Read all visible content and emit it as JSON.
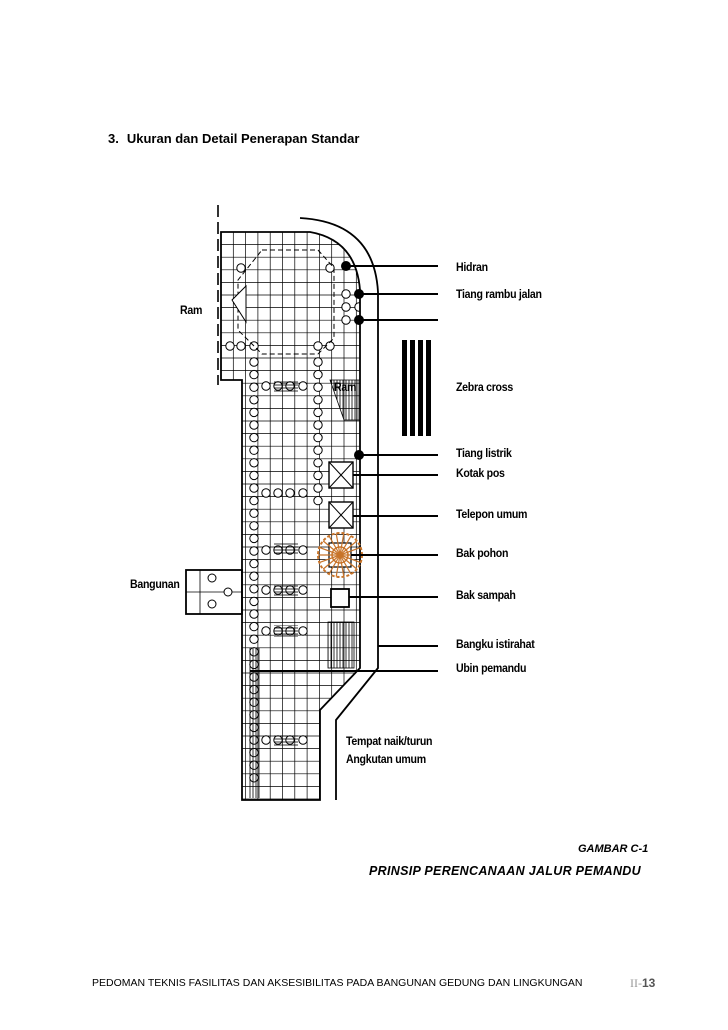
{
  "section": {
    "number": "3.",
    "title": "Ukuran dan Detail Penerapan Standar"
  },
  "labels": {
    "ram_left": "Ram",
    "ram_mid": "Ram",
    "bangunan": "Bangunan",
    "hidran": "Hidran",
    "tiang_rambu": "Tiang rambu jalan",
    "zebra": "Zebra cross",
    "tiang_listrik": "Tiang listrik",
    "kotak_pos": "Kotak pos",
    "telepon": "Telepon umum",
    "bak_pohon": "Bak pohon",
    "bak_sampah": "Bak sampah",
    "bangku": "Bangku istirahat",
    "ubin": "Ubin pemandu",
    "tempat_line1": "Tempat naik/turun",
    "tempat_line2": "Angkutan umum"
  },
  "colors": {
    "tree": "#c8742a",
    "ink": "#000000"
  },
  "figure": {
    "number": "GAMBAR C-1",
    "title": "PRINSIP PERENCANAAN JALUR PEMANDU"
  },
  "footer": {
    "text": "PEDOMAN TEKNIS FASILITAS DAN AKSESIBILITAS PADA BANGUNAN GEDUNG DAN LINGKUNGAN",
    "page_prefix": "II-",
    "page_num": "13"
  }
}
